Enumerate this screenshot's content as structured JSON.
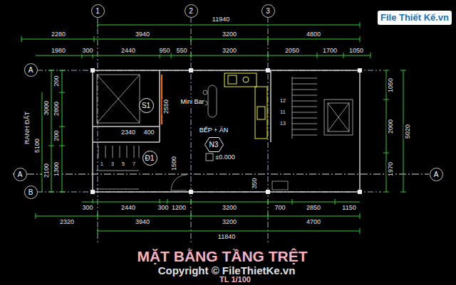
{
  "diagram": {
    "title": "MẶT BẰNG TẦNG TRỆT",
    "caption": "TL 1/100",
    "nodes": [
      {
        "text": [
          "1"
        ]
      },
      {
        "text": [
          "2"
        ]
      },
      {
        "text": [
          "3"
        ]
      },
      {
        "text": [
          "A"
        ]
      },
      {
        "text": [
          "B"
        ]
      },
      {
        "text": [
          "A"
        ]
      },
      {
        "text": [
          "A"
        ]
      },
      {
        "text": [
          "S1"
        ]
      },
      {
        "text": [
          "Đ1"
        ]
      },
      {
        "text": [
          "N3"
        ]
      }
    ],
    "labels": [
      "11940",
      "2280",
      "3940",
      "3200",
      "4800",
      "1980",
      "300",
      "2440",
      "950",
      "550",
      "3200",
      "2050",
      "1700",
      "1050",
      "300",
      "2440",
      "300",
      "1200",
      "3200",
      "700",
      "2850",
      "1150",
      "2320",
      "3940",
      "3200",
      "4700",
      "11840",
      "RANH ĐẤT",
      "3000",
      "5100",
      "2100",
      "200",
      "2800",
      "200",
      "1300",
      "1050",
      "2000",
      "1970",
      "5020",
      "2340",
      "400",
      "2550",
      "1500",
      "Mini Bar",
      "BẾP + ĂN",
      "±0.000",
      "350",
      "1",
      "3",
      "5",
      "7",
      "12",
      "11",
      "13",
      "Copyright © FileThietKe.vn",
      "File Thiết Kế.vn"
    ]
  }
}
